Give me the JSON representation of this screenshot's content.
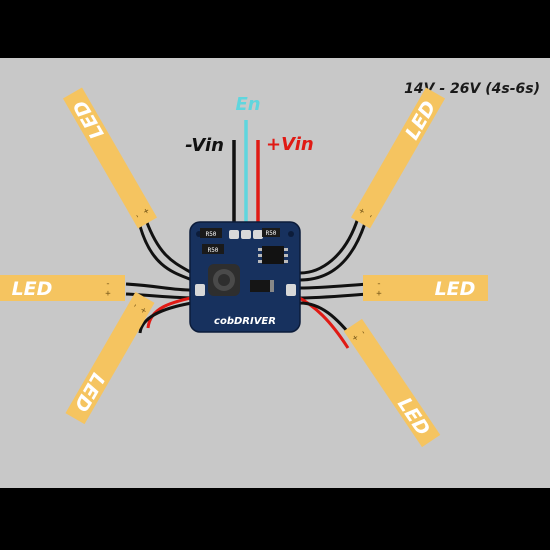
{
  "voltage_range": "14V - 26V (4s-6s)",
  "inputs": {
    "enable": "En",
    "neg": "-Vin",
    "pos": "+Vin"
  },
  "board": {
    "name": "cobDRIVER",
    "part_a": "R50",
    "part_b": "R50",
    "part_c": "R50"
  },
  "led": {
    "label": "LED",
    "plus": "+",
    "minus": "-"
  },
  "colors": {
    "background": "#c8c8c8",
    "led_strip": "#f5c460",
    "pcb": "#17315e",
    "wire_red": "#e01a14",
    "wire_black": "#111111",
    "enable_wire": "#5fd6de"
  }
}
